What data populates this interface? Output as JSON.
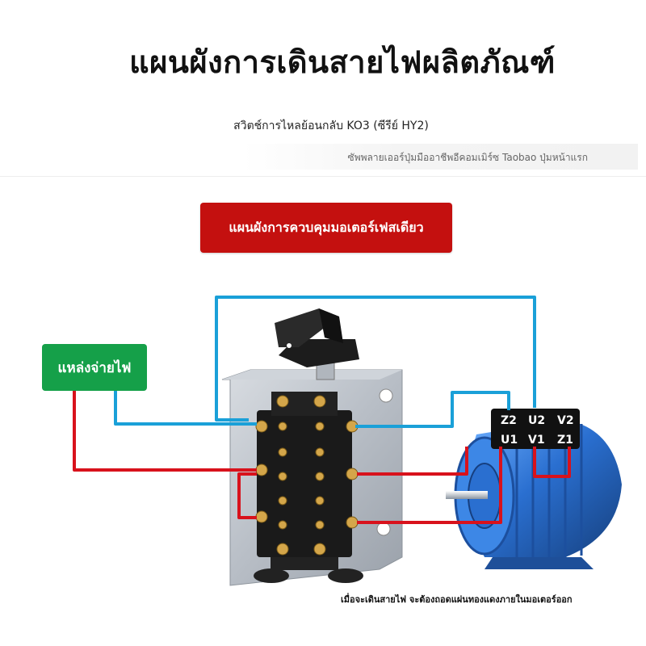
{
  "header": {
    "title": "แผนผังการเดินสายไฟผลิตภัณฑ์",
    "subtitle": "สวิตช์การไหลย้อนกลับ KO3 (ซีรีย์ HY2)",
    "note": "ซัพพลายเออร์ปุ่มมืออาชีพอีคอมเมิร์ซ Taobao ปุ่มหน้าแรก"
  },
  "banner": {
    "label": "แผนผังการควบคุมมอเตอร์เฟสเดียว"
  },
  "power_source": {
    "label": "แหล่งจ่ายไฟ"
  },
  "motor": {
    "terminals_top": [
      "Z2",
      "U2",
      "V2"
    ],
    "terminals_bottom": [
      "U1",
      "V1",
      "Z1"
    ]
  },
  "footnote": "เมื่อจะเดินสายไฟ จะต้องถอดแผ่นทองแดงภายในมอเตอร์ออก",
  "colors": {
    "wire_blue": "#1aa0d8",
    "wire_red": "#d8121c",
    "banner_red": "#c4100f",
    "source_green": "#15a049",
    "motor_blue": "#2a6fd0"
  }
}
